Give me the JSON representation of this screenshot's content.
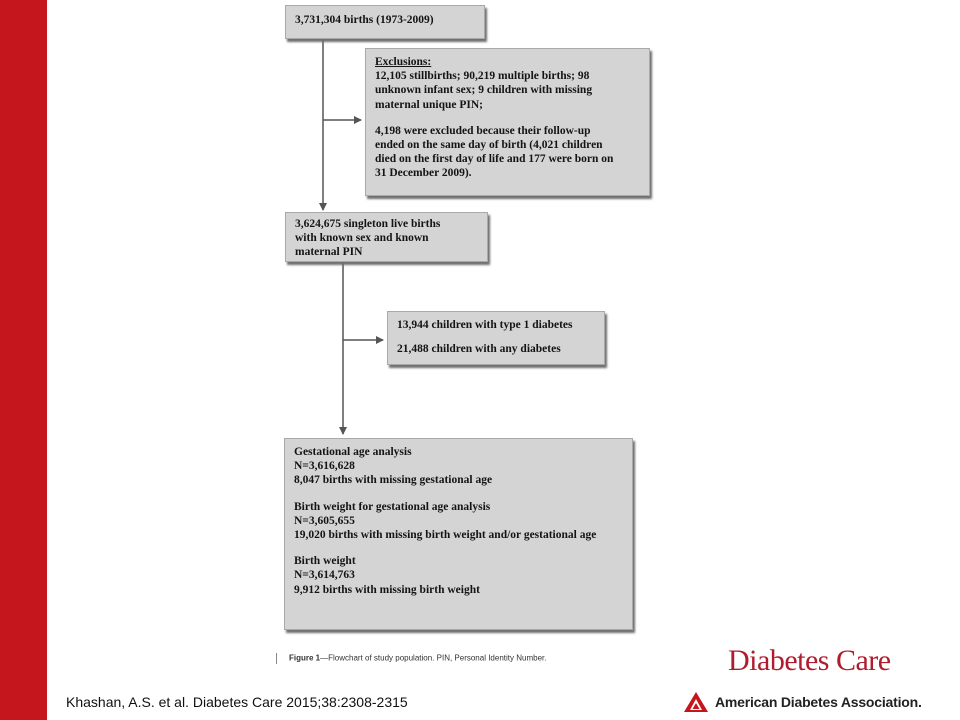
{
  "flowchart": {
    "total_births": "3,731,304 births (1973-2009)",
    "exclusions": {
      "heading": "Exclusions:",
      "para1": [
        "12,105 stillbirths; 90,219 multiple births; 98",
        "unknown infant sex; 9 children with missing",
        "maternal unique PIN;"
      ],
      "para2": [
        "4,198 were excluded because their follow-up",
        "ended on the same day of birth (4,021 children",
        "died on the first day of life and 177 were born on",
        "31 December 2009)."
      ]
    },
    "singleton": [
      "3,624,675 singleton live births",
      "with known sex and known",
      "maternal PIN"
    ],
    "diabetes": {
      "type1": "13,944 children with type 1 diabetes",
      "any": "21,488 children with any diabetes"
    },
    "analyses": {
      "gestational": {
        "title": "Gestational age analysis",
        "n": "N=3,616,628",
        "missing": "8,047  births with missing gestational age"
      },
      "birth_weight_ga": {
        "title": "Birth weight for gestational age analysis",
        "n": "N=3,605,655",
        "missing": "19,020 births with missing birth weight and/or gestational age"
      },
      "birth_weight": {
        "title": "Birth weight",
        "n": "N=3,614,763",
        "missing": "9,912 births with missing birth weight"
      }
    }
  },
  "caption": {
    "label": "Figure 1",
    "text": "—Flowchart of study population. PIN, Personal Identity Number."
  },
  "citation": "Khashan, A.S. et al. Diabetes Care 2015;38:2308-2315",
  "branding": {
    "journal": "Diabetes Care",
    "association": "American Diabetes Association.",
    "accent_color": "#c4161c",
    "icon": "ada-triangle-logo-icon"
  }
}
